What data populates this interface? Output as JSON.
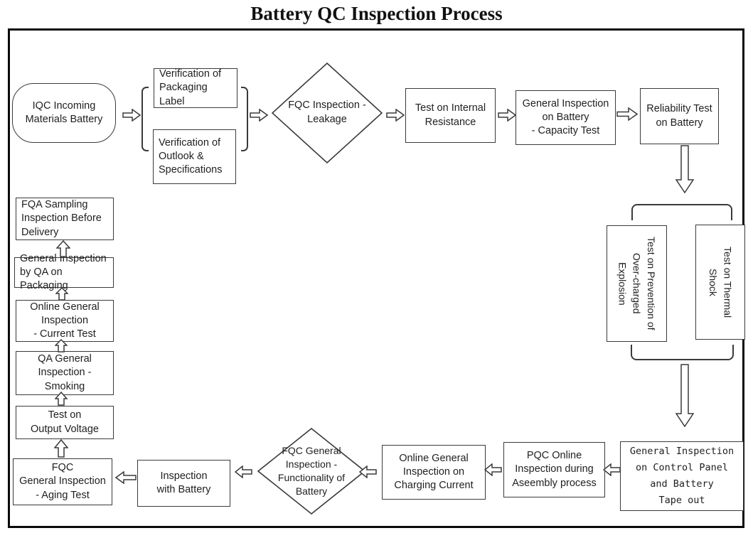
{
  "title": "Battery QC Inspection Process",
  "nodes": {
    "iqc_incoming": {
      "label": "IQC Incoming\nMaterials Battery"
    },
    "verification_packaging_label": {
      "label": "Verification of\nPackaging Label"
    },
    "verification_outlook_specs": {
      "label": "Verification of\nOutlook &\nSpecifications"
    },
    "fqc_inspection_leakage": {
      "label": "FQC Inspection -\nLeakage"
    },
    "test_internal_resistance": {
      "label": "Test on Internal\nResistance"
    },
    "general_inspection_capacity": {
      "label": "General Inspection\non Battery\n- Capacity Test"
    },
    "reliability_test": {
      "label": "Reliability Test\non Battery"
    },
    "test_overcharged_explosion": {
      "label": "Test on Prevention of\nOver-charged\nExplosion"
    },
    "test_thermal_shock": {
      "label": "Test on Thermal\nShock"
    },
    "general_inspection_control_panel": {
      "label": "General Inspection\non Control Panel\nand Battery\nTape out"
    },
    "pqc_online_inspection": {
      "label": "PQC Online\nInspection during\nAseembly process"
    },
    "online_inspection_charging": {
      "label": "Online General\nInspection on\nCharging Current"
    },
    "fqc_general_functionality": {
      "label": "FQC General\nInspection -\nFunctionality of\nBattery"
    },
    "inspection_with_battery": {
      "label": "Inspection\nwith Battery"
    },
    "fqc_aging_test": {
      "label": "FQC\nGeneral Inspection\n- Aging Test"
    },
    "test_output_voltage": {
      "label": "Test on\nOutput Voltage"
    },
    "qa_inspection_smoking": {
      "label": "QA General\nInspection -\nSmoking"
    },
    "online_inspection_current": {
      "label": "Online General\nInspection\n- Current Test"
    },
    "general_inspection_packaging": {
      "label": "General Inspection\nby QA on Packaging"
    },
    "fqa_sampling_delivery": {
      "label": "FQA Sampling\nInspection Before\nDelivery"
    }
  },
  "colors": {
    "line": "#3a3a3a",
    "text": "#1f1f1f",
    "frame": "#0a0a0a",
    "background": "#ffffff"
  }
}
